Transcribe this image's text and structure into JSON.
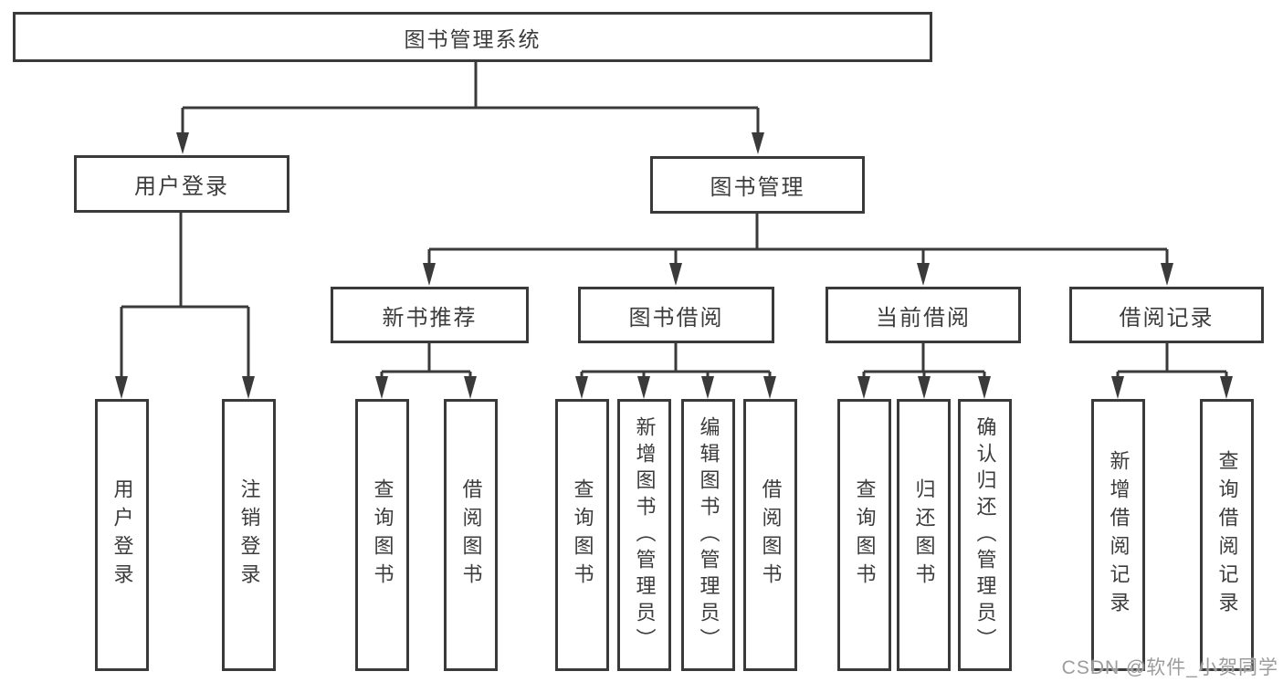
{
  "diagram": {
    "root": {
      "label": "图书管理系统"
    },
    "branches": [
      {
        "label": "用户登录",
        "children": [
          {
            "label": "用户登录"
          },
          {
            "label": "注销登录"
          }
        ]
      },
      {
        "label": "图书管理",
        "groups": [
          {
            "label": "新书推荐",
            "children": [
              {
                "label": "查询图书"
              },
              {
                "label": "借阅图书"
              }
            ]
          },
          {
            "label": "图书借阅",
            "children": [
              {
                "label": "查询图书"
              },
              {
                "label": "新增图书（管理员）"
              },
              {
                "label": "编辑图书（管理员）"
              },
              {
                "label": "借阅图书"
              }
            ]
          },
          {
            "label": "当前借阅",
            "children": [
              {
                "label": "查询图书"
              },
              {
                "label": "归还图书"
              },
              {
                "label": "确认归还（管理员）"
              }
            ]
          },
          {
            "label": "借阅记录",
            "children": [
              {
                "label": "新增借阅记录"
              },
              {
                "label": "查询借阅记录"
              }
            ]
          }
        ]
      }
    ],
    "colors": {
      "line": "#3a3a3a",
      "text": "#3c3c3c",
      "box_background": "#ffffff",
      "watermark": "#9c9c9c"
    },
    "watermark": "CSDN @软件_小贺同学"
  }
}
